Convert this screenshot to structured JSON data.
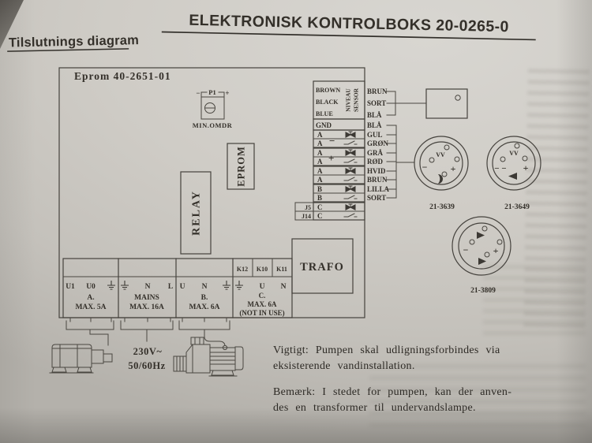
{
  "header": {
    "subtitle": "Tilslutnings diagram",
    "title": "ELEKTRONISK KONTROLBOKS 20-0265-0"
  },
  "board": {
    "label": "Eprom 40-2651-01",
    "pot_label": "P1",
    "pot_minus": "−",
    "pot_plus": "+",
    "pot_caption": "MIN.OMDR",
    "relay_label": "RELAY",
    "eprom_label": "EPROM"
  },
  "sensor": {
    "wire_labels": [
      "BROWN",
      "BLACK",
      "BLUE"
    ],
    "vertical_label_line1": "NIVEAU",
    "vertical_label_line2": "SENSOR",
    "external_wire_labels": [
      "BRUN",
      "SORT",
      "BLÅ"
    ]
  },
  "io": {
    "gnd": {
      "terminal": "GND",
      "color": "BLÅ"
    },
    "rows": [
      {
        "terminal": "A",
        "color": "GUL",
        "symbol": "valve"
      },
      {
        "terminal": "A",
        "color": "GRØN",
        "symbol": "switch"
      },
      {
        "terminal": "A",
        "color": "GRÅ",
        "symbol": "valve"
      },
      {
        "terminal": "A",
        "color": "RØD",
        "symbol": "switch"
      },
      {
        "terminal": "A",
        "color": "HVID",
        "symbol": "valve"
      },
      {
        "terminal": "A",
        "color": "BRUN",
        "symbol": "switch"
      },
      {
        "terminal": "B",
        "color": "LILLA",
        "symbol": "valve"
      },
      {
        "terminal": "B",
        "color": "SORT",
        "symbol": "switch"
      },
      {
        "terminal": "C",
        "color": "",
        "symbol": "valve"
      },
      {
        "terminal": "C",
        "color": "",
        "symbol": "switch"
      }
    ],
    "pair_signs": {
      "minus": "−",
      "plus": "+"
    },
    "jumper_labels": [
      "J5",
      "J14"
    ]
  },
  "trafo_label": "TRAFO",
  "k_labels": [
    "K12",
    "K10",
    "K11"
  ],
  "power_sections": [
    {
      "terminals": [
        "U1",
        "U0",
        "earth"
      ],
      "name": "A.",
      "rating": "MAX. 5A"
    },
    {
      "terminals": [
        "earth",
        "N",
        "L"
      ],
      "name": "MAINS",
      "rating": "MAX. 16A"
    },
    {
      "terminals": [
        "U",
        "N",
        "earth"
      ],
      "name": "B.",
      "rating": "MAX. 6A"
    },
    {
      "terminals": [
        "earth",
        "U",
        "N"
      ],
      "name": "C.",
      "rating": "MAX. 6A",
      "note": "(NOT IN USE)"
    }
  ],
  "connectors": [
    {
      "part_number": "21-3639",
      "markings": [
        "VV",
        "−",
        "+"
      ]
    },
    {
      "part_number": "21-3649",
      "markings": [
        "VV",
        "− −",
        "+"
      ]
    },
    {
      "part_number": "21-3809",
      "markings": [
        "−",
        "+"
      ]
    }
  ],
  "supply": {
    "voltage": "230V~",
    "frequency": "50/60Hz"
  },
  "notes": [
    {
      "line1": "Vigtigt: Pumpen skal udligningsforbindes via",
      "line2": "eksisterende vandinstallation."
    },
    {
      "line1": "Bemærk: I stedet for pumpen, kan der anven-",
      "line2": "des en transformer til undervandslampe."
    }
  ]
}
